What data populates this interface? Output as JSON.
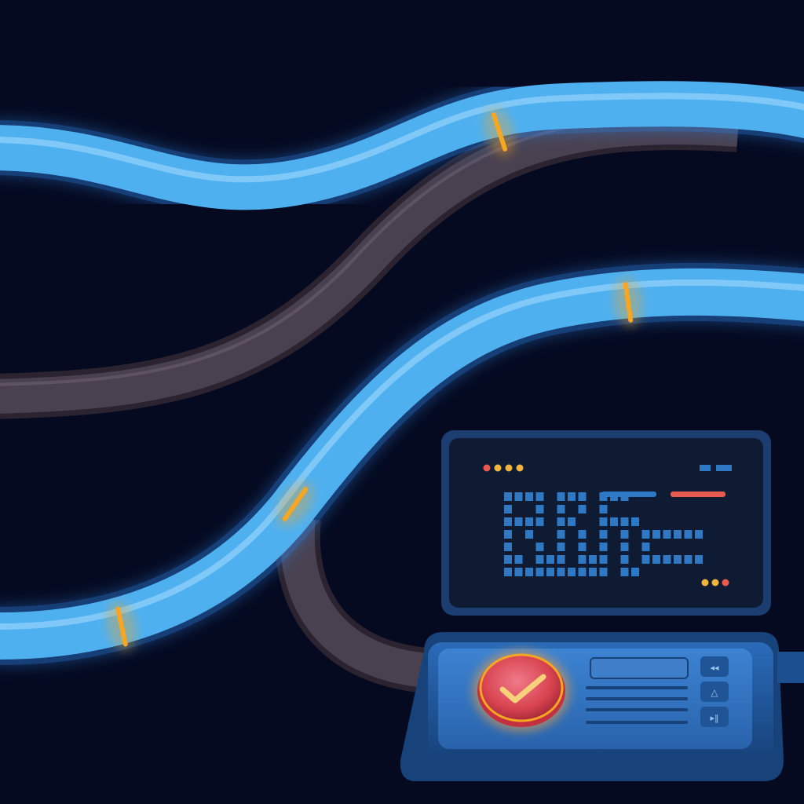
{
  "scene": {
    "background": "#050a20",
    "colors": {
      "pipe_blue": "#4fb0f0",
      "pipe_glow": "#2f7fe0",
      "pipe_gray": "#4a4150",
      "joint_orange": "#f5a623",
      "panel_body": "#1b4f8f",
      "screen_bg": "#0f1a33",
      "code_blue": "#2f79c4",
      "accent_red": "#e85a4f",
      "accent_yellow": "#f0b43c",
      "confirm_red": "#d8434f"
    },
    "icons": {
      "confirm": "checkmark-icon",
      "keys": [
        "rewind-icon",
        "warning-icon",
        "play-pause-icon"
      ]
    },
    "monitor": {
      "status_dots_left": [
        "#e85a4f",
        "#f0b43c",
        "#f0b43c",
        "#f0b43c"
      ],
      "status_dots_right": [
        "#f0b43c",
        "#f0b43c",
        "#e85a4f"
      ],
      "code_style": "pixel-blocks"
    },
    "console": {
      "confirm_state": "checked",
      "lines_count": 4
    }
  }
}
